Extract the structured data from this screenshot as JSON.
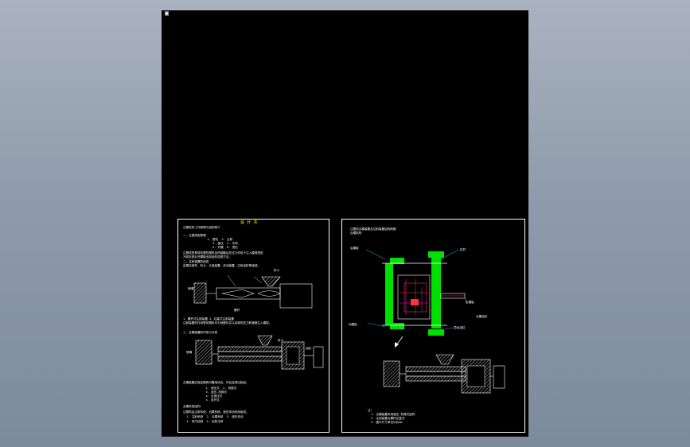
{
  "viewport": {
    "ucs_icon": "ucs-icon"
  },
  "left_panel": {
    "title": "设 计 书",
    "lines": [
      "注塑机的工作原理与结构简介",
      "一、注塑成型原理",
      "   1. 塑化  2. 注射",
      "      3. 保压  4. 冷却",
      "      5. 开模  6. 顶出",
      "注塑成型是将热塑性塑料加热熔融后在压力作用下注入模具型腔",
      "冷却定型后开模取出制品的成型方法。",
      "二、注射装置的组成",
      "由塑化部件、料斗、计量装置、传动装置、注射油缸等组成。",
      "1、螺杆式注射装置 2、柱塞式注射装置",
      "注射装置的作用是将塑料均匀地塑化并以足够的压力和速度注入模腔。",
      "三、合模装置的作用与分类",
      "合模装置应保证模具可靠地闭合、开启及顶出制品。",
      "   1. 液压式  2. 机械式",
      "   3. 液压-机械式",
      "   4. 全液压式",
      "   5. 肘杆式",
      "合模系统结构：",
      "注塑机由注射系统、合模系统、液压传动系统组成。",
      "  1. 注射系统  2. 合模系统  3. 液压传动",
      "  4. 电气控制  5. 加热冷却"
    ],
    "labels": [
      "喷嘴",
      "料斗",
      "螺杆",
      "喷嘴",
      "料斗",
      "油缸"
    ]
  },
  "right_panel": {
    "header": [
      "注塑机合模装置及注射装置结构简图",
      "合模机构"
    ],
    "callouts": [
      "拉杆",
      "动模板",
      "定模板",
      "顶出油缸",
      "后模板",
      "合模油缸"
    ],
    "notes": [
      "注：",
      "1. 合模装置采用液压-机械式结构",
      "2. 注射装置为螺杆往复式",
      "3. 图中尺寸单位均为mm"
    ]
  }
}
